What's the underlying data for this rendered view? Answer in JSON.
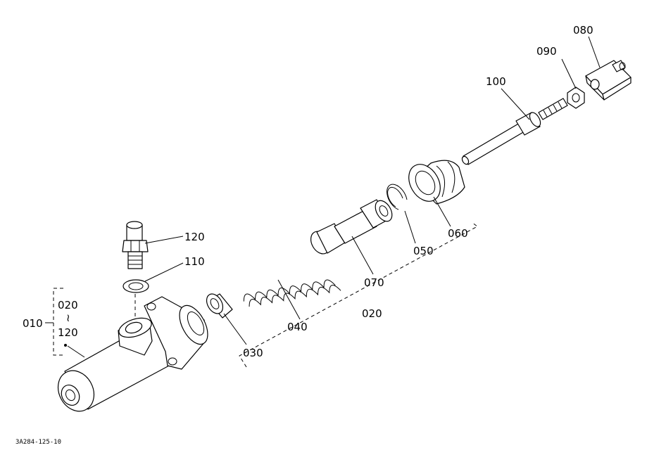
{
  "callouts": {
    "c080": "080",
    "c090": "090",
    "c100": "100",
    "c120": "120",
    "c110": "110",
    "c060": "060",
    "c050": "050",
    "c070": "070",
    "c040": "040",
    "c020": "020",
    "c030": "030",
    "c010": "010"
  },
  "range_bracket": {
    "from": "020",
    "tilde": "≀",
    "to": "120"
  },
  "figure_id": "3A284-125-10"
}
